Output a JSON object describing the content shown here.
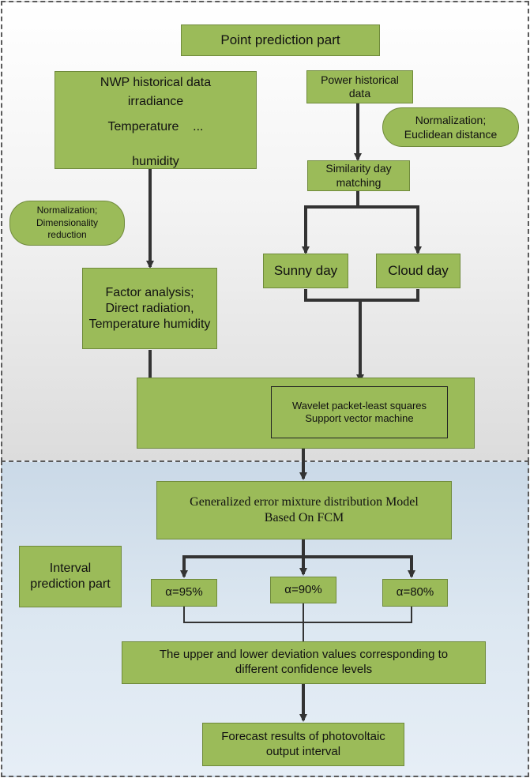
{
  "sections": {
    "interval_label_line1": "Interval",
    "interval_label_line2": "prediction part"
  },
  "nodes": {
    "point_prediction": "Point prediction part",
    "nwp": {
      "line1": "NWP historical data",
      "line2": "irradiance",
      "line3": "Temperature    ...",
      "line4": "humidity"
    },
    "power_history": {
      "line1": "Power historical",
      "line2": "data"
    },
    "norm_euclid": {
      "line1": "Normalization;",
      "line2": "Euclidean distance"
    },
    "similarity": {
      "line1": "Similarity day",
      "line2": "matching"
    },
    "norm_dim": {
      "line1": "Normalization;",
      "line2": "Dimensionality",
      "line3": "reduction"
    },
    "factor": {
      "line1": "Factor analysis;",
      "line2": "Direct radiation,",
      "line3": "Temperature humidity"
    },
    "sunny": "Sunny day",
    "cloud": "Cloud day",
    "wavelet": {
      "line1": "Wavelet packet-least squares",
      "line2": "Support vector machine"
    },
    "gemd": {
      "line1": "Generalized error mixture distribution Model",
      "line2": "Based On FCM"
    },
    "alpha95": "α=95%",
    "alpha90": "α=90%",
    "alpha80": "α=80%",
    "deviation": {
      "line1": "The upper and lower deviation values corresponding to",
      "line2": "different confidence levels"
    },
    "forecast": {
      "line1": "Forecast results of photovoltaic",
      "line2": "output interval"
    }
  },
  "colors": {
    "box_fill": "#9bbb59",
    "box_border": "#6f8a3b",
    "arrow": "#333333",
    "top_section": "#e8e8e8",
    "bottom_section": "#d6e3ef"
  }
}
